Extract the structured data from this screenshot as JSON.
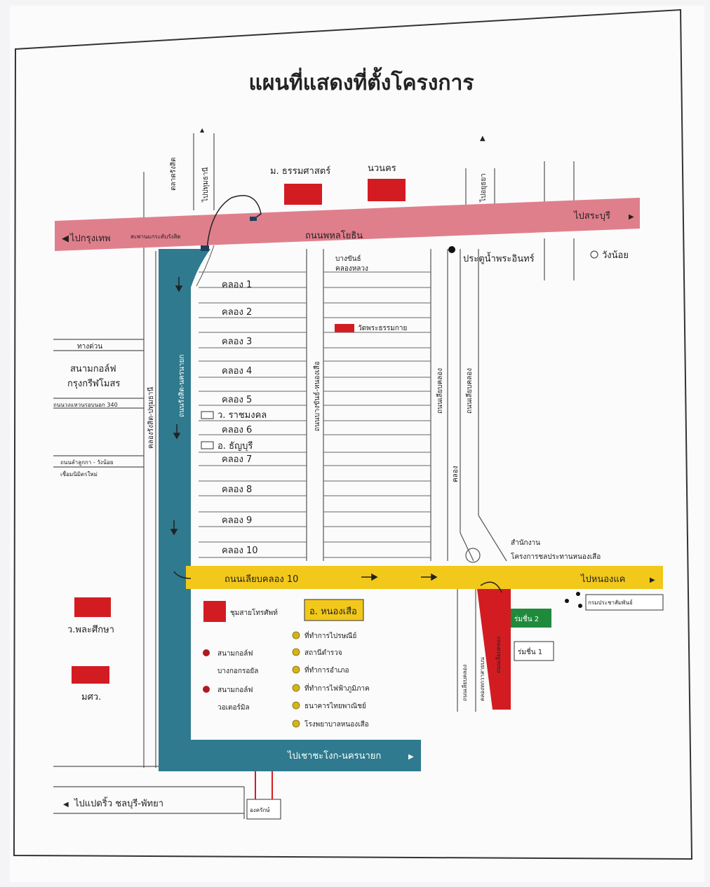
{
  "title": "แผนที่แสดงที่ตั้งโครงการ",
  "colors": {
    "paper": "#fbfbfc",
    "frame": "#333333",
    "pink_road": "#e07f8c",
    "blue_road": "#2f7a8e",
    "yellow_road": "#f2c81a",
    "red_block": "#d31c22",
    "green_block": "#1f8a3c",
    "marker_red": "#b01a20",
    "marker_yellow": "#d6b416"
  },
  "roads": {
    "phahon_yothin": "ถนนพหลโยธิน",
    "to_bangkok": "ไปกรุงเทพ",
    "to_saraburi": "ไปสระบุรี",
    "bridge": "สะพานแกระดับรังสิต",
    "to_pathum_thani": "ไปปทุมธานี",
    "rangsit_market": "ตลาดรังสิต",
    "to_ayutthaya": "ไปอยุธยา",
    "rangsit_nakhon_nayok": "ถนนรังสิต-นครนายก",
    "khlong_rangsit_pathum": "คลองรังสิต-ปทุมธานี",
    "bang_khan_nong_suea": "ถนนบางขันธ์-หนองเสือ",
    "liap_khlong_road_1": "ถนนเลียบคลอง",
    "liap_khlong_road_2": "ถนนเลียบคลอง",
    "khlong_short": "คลอง",
    "liap_khlong_10": "ถนนเลียบคลอง 10",
    "to_nong_khae": "ไปหนองแค",
    "to_chachoengsao": "ไปเชาชะโงก-นครนายก",
    "to_paet_rio": "ไปแปดริ้ว  ชลบุรี-พัทยา",
    "expressway": "ทางด่วน",
    "outer_ring_340": "ถนนวงแหวนรอบนอก 340",
    "lam_luk_ka_1": "ถนนลำลูกกา - วังน้อย",
    "lam_luk_ka_2": "เชื่อมนิมิตรใหม่",
    "south_liap_khlong": "ถนนเลียบคลอง",
    "khlong_khwa_sai": "คลองหกวาสายบน",
    "red_road": "ถนนเลียบคลอง"
  },
  "khlongs": [
    "คลอง 1",
    "คลอง 2",
    "คลอง 3",
    "คลอง 4",
    "คลอง 5",
    "คลอง 6",
    "คลอง 7",
    "คลอง 8",
    "คลอง 9",
    "คลอง 10"
  ],
  "places": {
    "thammasat": "ม. ธรรมศาสตร์",
    "navanakorn": "นวนคร",
    "bang_khan_1": "บางขันธ์",
    "bang_khan_2": "คลองหลวง",
    "pratunam": "ประตูน้ำพระอินทร์",
    "wang_noi": "วังน้อย",
    "wat_dhammakaya": "วัดพระธรรมกาย",
    "golf_krungthep_1": "สนามกอล์ฟ",
    "golf_krungthep_2": "กรุงกรีฬโมสร",
    "wat_rachamongkol": "ว. ราชมงคล",
    "amphoe_thanyaburi": "อ. ธัญบุรี",
    "office_1": "สำนักงาน",
    "office_2": "โครงการชลประทานหนองเสือ",
    "kamnan": "กรมประชาสัมพันธ์",
    "wat_phlasueksa": "ว.พละศึกษา",
    "mahawittayalai": "มศว.",
    "telephone": "ชุมสายโทรศัพท์",
    "amphoe_nong_suea": "อ. หนองเสือ",
    "golf_royal_1": "สนามกอล์ฟ",
    "golf_royal_2": "บางกอกรอยัล",
    "golf_water_1": "สนามกอล์ฟ",
    "golf_water_2": "วอเตอร์มิล",
    "project_2": "ร่มชื่น 2",
    "project_1": "ร่มชื่น 1",
    "ongkharak": "องครักษ์"
  },
  "facilities": [
    "ที่ทำการไปรษณีย์",
    "สถานีตำรวจ",
    "ที่ทำการอำเภอ",
    "ที่ทำการไฟฟ้าภูมิภาค",
    "ธนาคารไทยพาณิชย์",
    "โรงพยาบาลหนองเสือ"
  ],
  "arrows": {
    "left": "◀",
    "right": "▶",
    "up": "▲"
  }
}
